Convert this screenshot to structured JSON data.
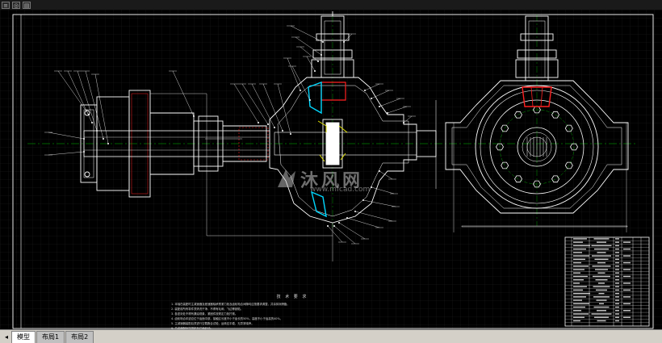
{
  "toolbar": {
    "buttons": [
      "",
      "",
      ""
    ]
  },
  "layout_tabs": {
    "items": [
      {
        "label": "模型",
        "active": true
      },
      {
        "label": "布局1",
        "active": false
      },
      {
        "label": "布局2",
        "active": false
      }
    ]
  },
  "tech_notes": {
    "title": "技 术 要 求",
    "lines": [
      "1. 本轴在装配时主减速器及差速器轴承预紧力矩及齿轮啮合间隙均应按要求调整，并涂抹润滑脂。",
      "2. 装配前所有零件须清洗干净，不得有毛刺、飞边等缺陷。",
      "3. 各密封处不得有漏油现象，紧固件按规定力矩拧紧。",
      "4. 齿轮啮合印迹应位于齿面中部，接触区长度不小于齿长的50%，高度不小于齿高的40%。",
      "5. 主减速器装配后须进行空载跑合试验，运转应平稳，无异常噪声。",
      "6. 总成装配后按规定加注齿轮油。"
    ]
  },
  "watermark": {
    "brand": "沐风网",
    "url": "www.mfcad.com"
  },
  "colors": {
    "line": "#ffffff",
    "grid": "#2a2a2a",
    "center": "#00c000",
    "red": "#ff2020",
    "cyan": "#00d8ff",
    "yellow": "#e0e000"
  }
}
